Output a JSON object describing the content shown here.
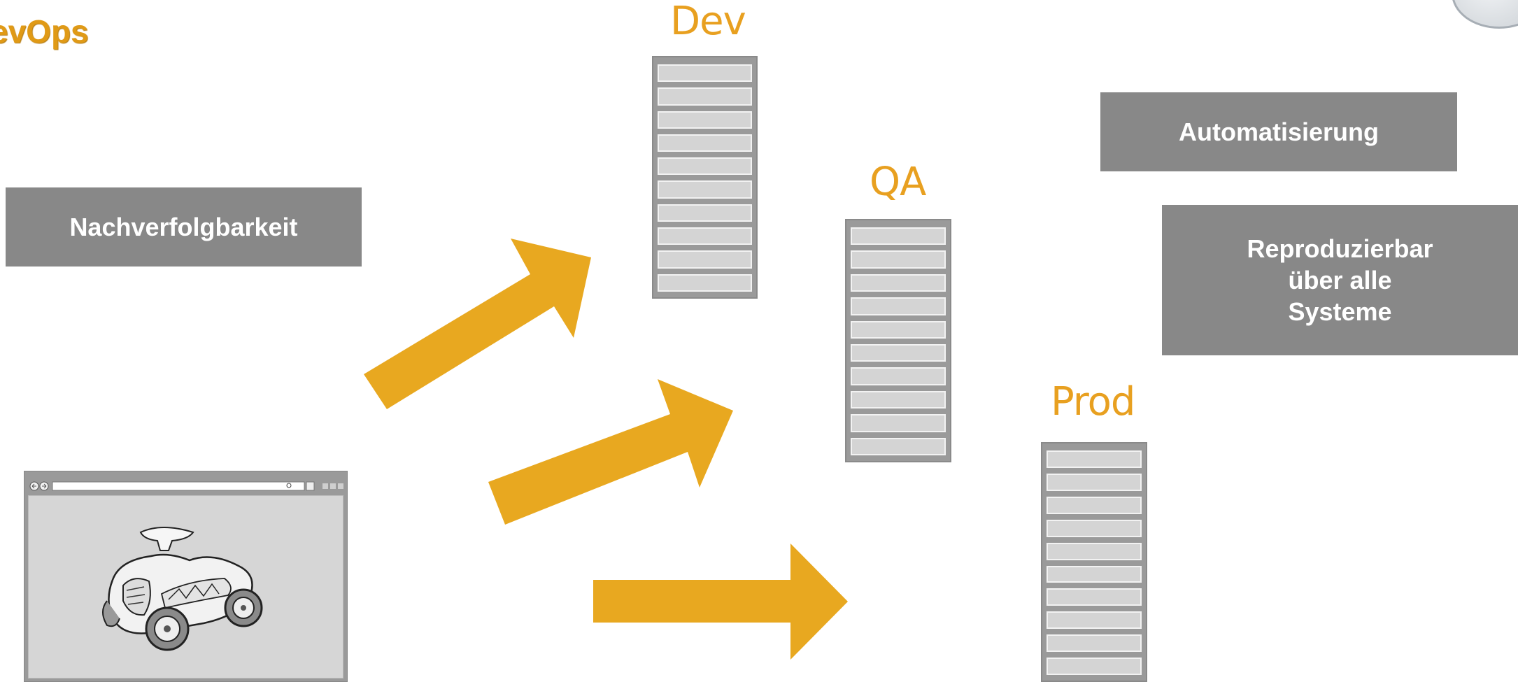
{
  "title": "evOps",
  "environments": [
    {
      "label": "Dev"
    },
    {
      "label": "QA"
    },
    {
      "label": "Prod"
    }
  ],
  "boxes": {
    "traceability": "Nachverfolgbarkeit",
    "automation": "Automatisierung",
    "reproducible": [
      "Reproduzierbar",
      "über alle",
      "Systeme"
    ]
  },
  "colors": {
    "accent": "#e8a820",
    "title": "#e09a16",
    "box": "#888888",
    "rack": "#9a9a9a"
  },
  "icons": [
    "browser-window-icon",
    "toy-car-icon",
    "arrow-icon",
    "server-rack-icon"
  ]
}
